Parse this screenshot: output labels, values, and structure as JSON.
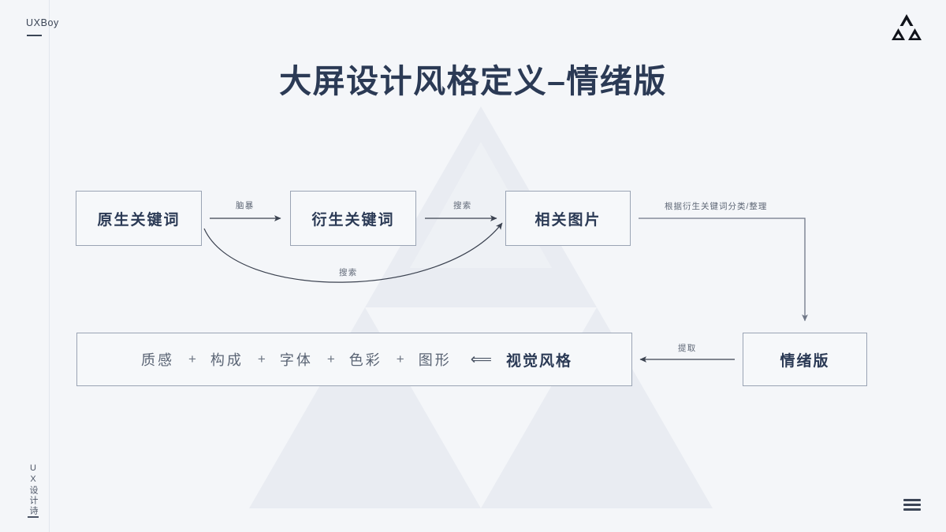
{
  "brand": {
    "name": "UXBoy",
    "logo_icon": "triangle-logo-icon"
  },
  "header": {
    "title": "大屏设计风格定义–情绪版"
  },
  "colors": {
    "background": "#f4f6f9",
    "title_text": "#2b3a55",
    "node_border": "#9aa4b4",
    "node_text": "#2b3a55",
    "node_fill": "#f6f8fa",
    "label_text": "#5d6675",
    "connector": "#3b4250",
    "watermark": "#e8ebf1"
  },
  "diagram": {
    "type": "flow",
    "nodes": [
      {
        "id": "n1",
        "label": "原生关键词"
      },
      {
        "id": "n2",
        "label": "衍生关键词"
      },
      {
        "id": "n3",
        "label": "相关图片"
      },
      {
        "id": "n4",
        "label": "情绪版"
      }
    ],
    "edges": [
      {
        "from": "n1",
        "to": "n2",
        "label": "脑暴",
        "style": "straight-arrow-right"
      },
      {
        "from": "n2",
        "to": "n3",
        "label": "搜索",
        "style": "straight-arrow-right"
      },
      {
        "from": "n1",
        "to": "n3",
        "label": "搜索",
        "style": "curved-arrow-under"
      },
      {
        "from": "n3",
        "to": "n4",
        "label": "根据衍生关键词分类/整理",
        "style": "elbow-arrow-down"
      },
      {
        "from": "n4",
        "to": "strip",
        "label": "提取",
        "style": "straight-arrow-left"
      }
    ]
  },
  "strip": {
    "terms": [
      "质感",
      "构成",
      "字体",
      "色彩",
      "图形"
    ],
    "plus": "+",
    "arrow": "⟸",
    "result": "视觉风格"
  },
  "footer": {
    "vertical_text": "UX设计诗",
    "menu_icon": "hamburger-menu-icon"
  }
}
